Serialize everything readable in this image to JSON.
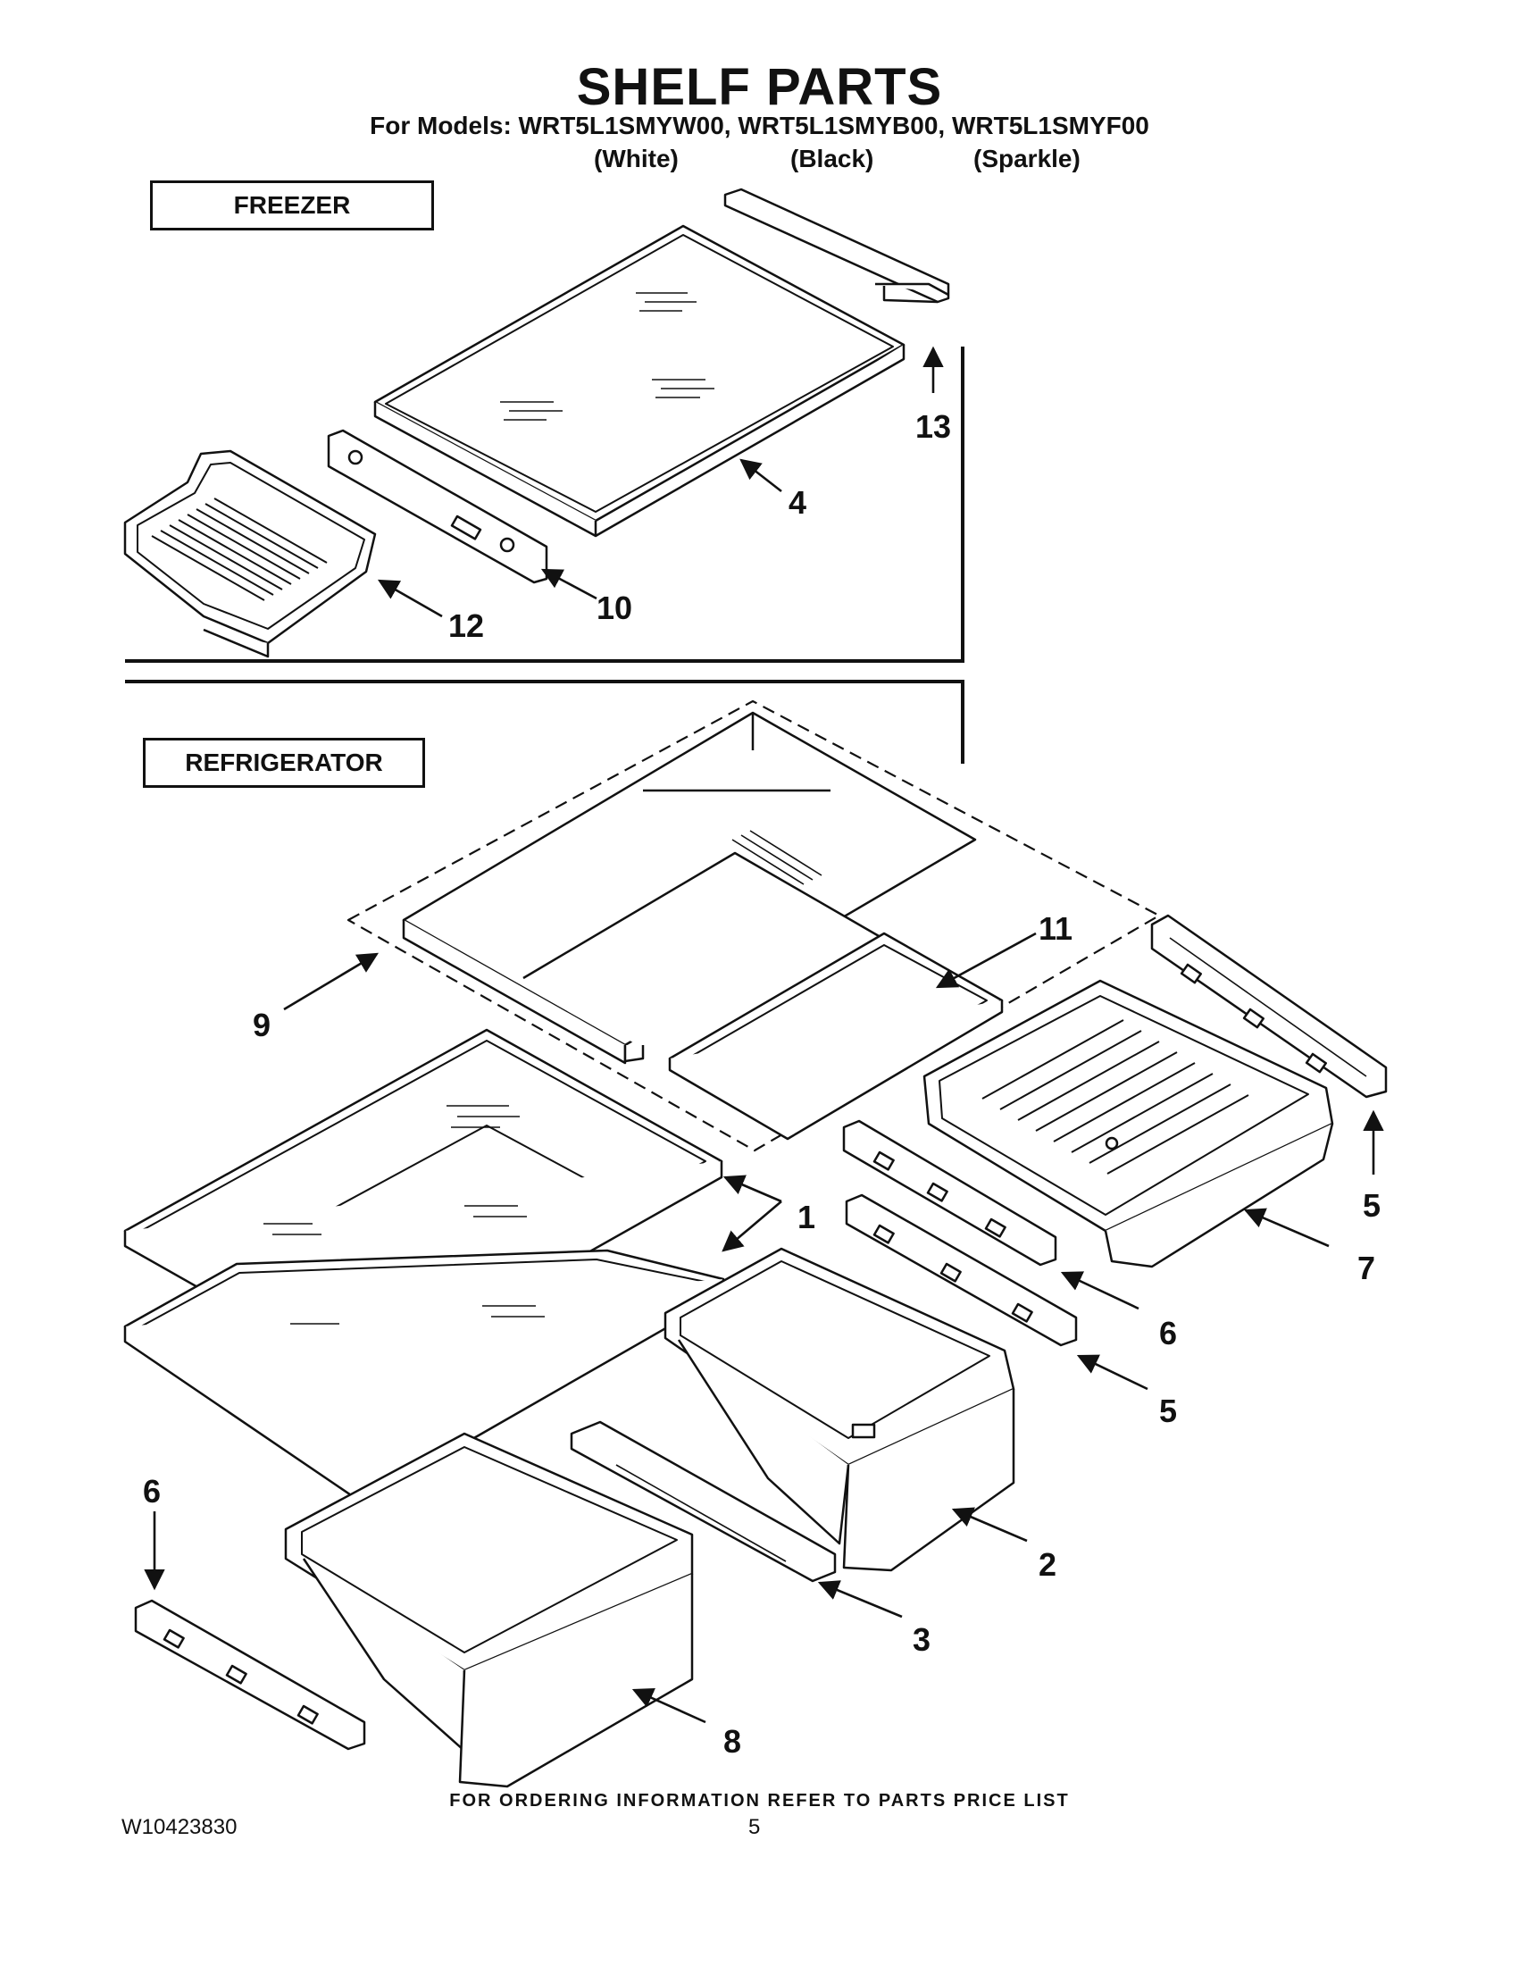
{
  "header": {
    "title": "SHELF PARTS",
    "models": "For Models: WRT5L1SMYW00, WRT5L1SMYB00, WRT5L1SMYF00",
    "variants": [
      "(White)",
      "(Black)",
      "(Sparkle)"
    ]
  },
  "sections": {
    "freezer": "FREEZER",
    "refrigerator": "REFRIGERATOR"
  },
  "callouts": {
    "c13": "13",
    "c4": "4",
    "c10": "10",
    "c12": "12",
    "c11": "11",
    "c9": "9",
    "c1": "1",
    "c5a": "5",
    "c7": "7",
    "c6a": "6",
    "c5b": "5",
    "c2": "2",
    "c6b": "6",
    "c3": "3",
    "c8": "8"
  },
  "footer": {
    "note": "FOR ORDERING INFORMATION REFER TO PARTS PRICE LIST",
    "doc_id": "W10423830",
    "page": "5"
  }
}
